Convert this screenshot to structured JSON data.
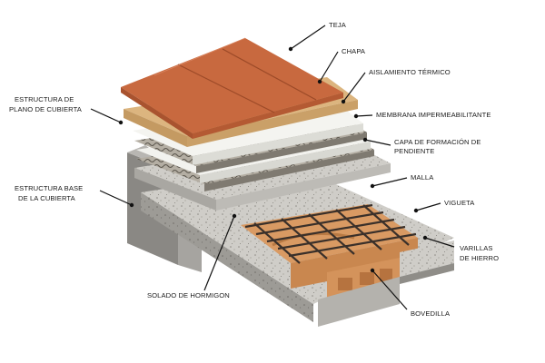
{
  "labels": {
    "teja": "TEJA",
    "chapa": "CHAPA",
    "aislamiento": "AISLAMIENTO TÉRMICO",
    "membrana": "MEMBRANA IMPERMEABILITANTE",
    "capa_line1": "CAPA DE  FORMACIÓN DE",
    "capa_line2": "PENDIENTE",
    "malla": "MALLA",
    "vigueta": "VIGUETA",
    "varillas_line1": "VARILLAS",
    "varillas_line2": "DE HIERRO",
    "bovedilla": "BOVEDILLA",
    "solado": "SOLADO DE HORMIGON",
    "estructura_plano_line1": "ESTRUCTURA DE",
    "estructura_plano_line2": "PLANO DE CUBIERTA",
    "estructura_base_line1": "ESTRUCTURA BASE",
    "estructura_base_line2": "DE LA CUBIERTA"
  },
  "colors": {
    "tile": "#c8693f",
    "tile_side": "#b45a33",
    "sheet": "#d9b07a",
    "insulation": "#f2f2ee",
    "membrane": "#a9a49b",
    "concrete": "#cfcdc8",
    "concrete_dark": "#8f8d88",
    "block": "#d99a63",
    "rebar": "#3a302a",
    "ink": "#111111"
  }
}
